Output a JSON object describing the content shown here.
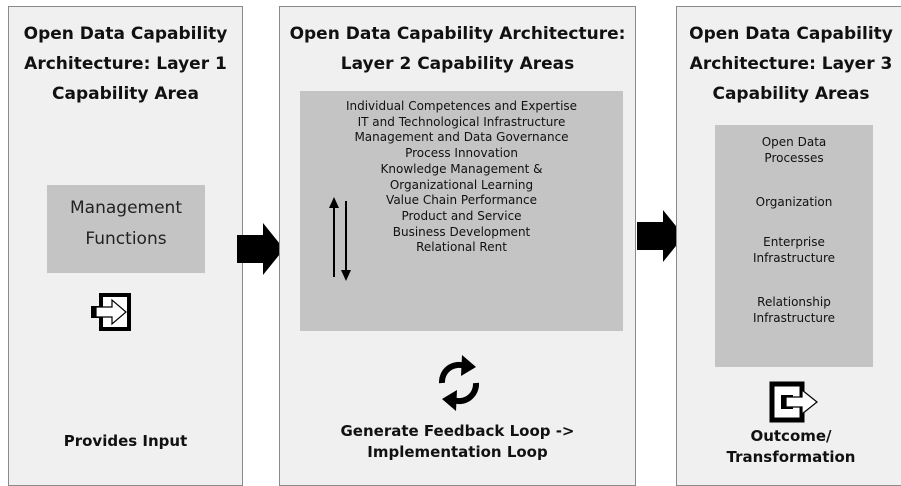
{
  "layer1": {
    "title_lines": [
      "Open Data Capability",
      "Architecture: Layer 1",
      "Capability Area"
    ],
    "box_lines": [
      "Management",
      "Functions"
    ],
    "bottom_label": "Provides Input"
  },
  "layer2": {
    "title_lines": [
      "Open Data Capability Architecture:",
      "Layer 2 Capability Areas"
    ],
    "items": [
      "Individual Competences and Expertise",
      "IT and Technological Infrastructure",
      "Management and Data Governance",
      "Process Innovation",
      "Knowledge Management &",
      "Organizational Learning",
      "Value Chain Performance",
      "Product and Service",
      "Business Development",
      "Relational Rent"
    ],
    "bottom_lines": [
      "Generate Feedback Loop ->",
      "Implementation Loop"
    ]
  },
  "layer3": {
    "title_lines": [
      "Open Data Capability",
      "Architecture: Layer 3",
      "Capability Areas"
    ],
    "items": [
      [
        "Open Data",
        "Processes"
      ],
      [
        "Organization"
      ],
      [
        "Enterprise",
        "Infrastructure"
      ],
      [
        "Relationship",
        "Infrastructure"
      ]
    ],
    "bottom_lines": [
      "Outcome/",
      "Transformation"
    ]
  },
  "icons": {
    "layer1_icon": "import-icon",
    "layer2_icons": [
      "updown-arrows-icon",
      "refresh-cycle-icon"
    ],
    "layer3_icon": "export-icon",
    "connectors": [
      "right-arrow-icon",
      "right-arrow-icon"
    ]
  },
  "colors": {
    "panel_bg": "#f0f0f0",
    "panel_border": "#8a8a8a",
    "box_fill": "#c4c4c4",
    "arrow": "#000000"
  }
}
